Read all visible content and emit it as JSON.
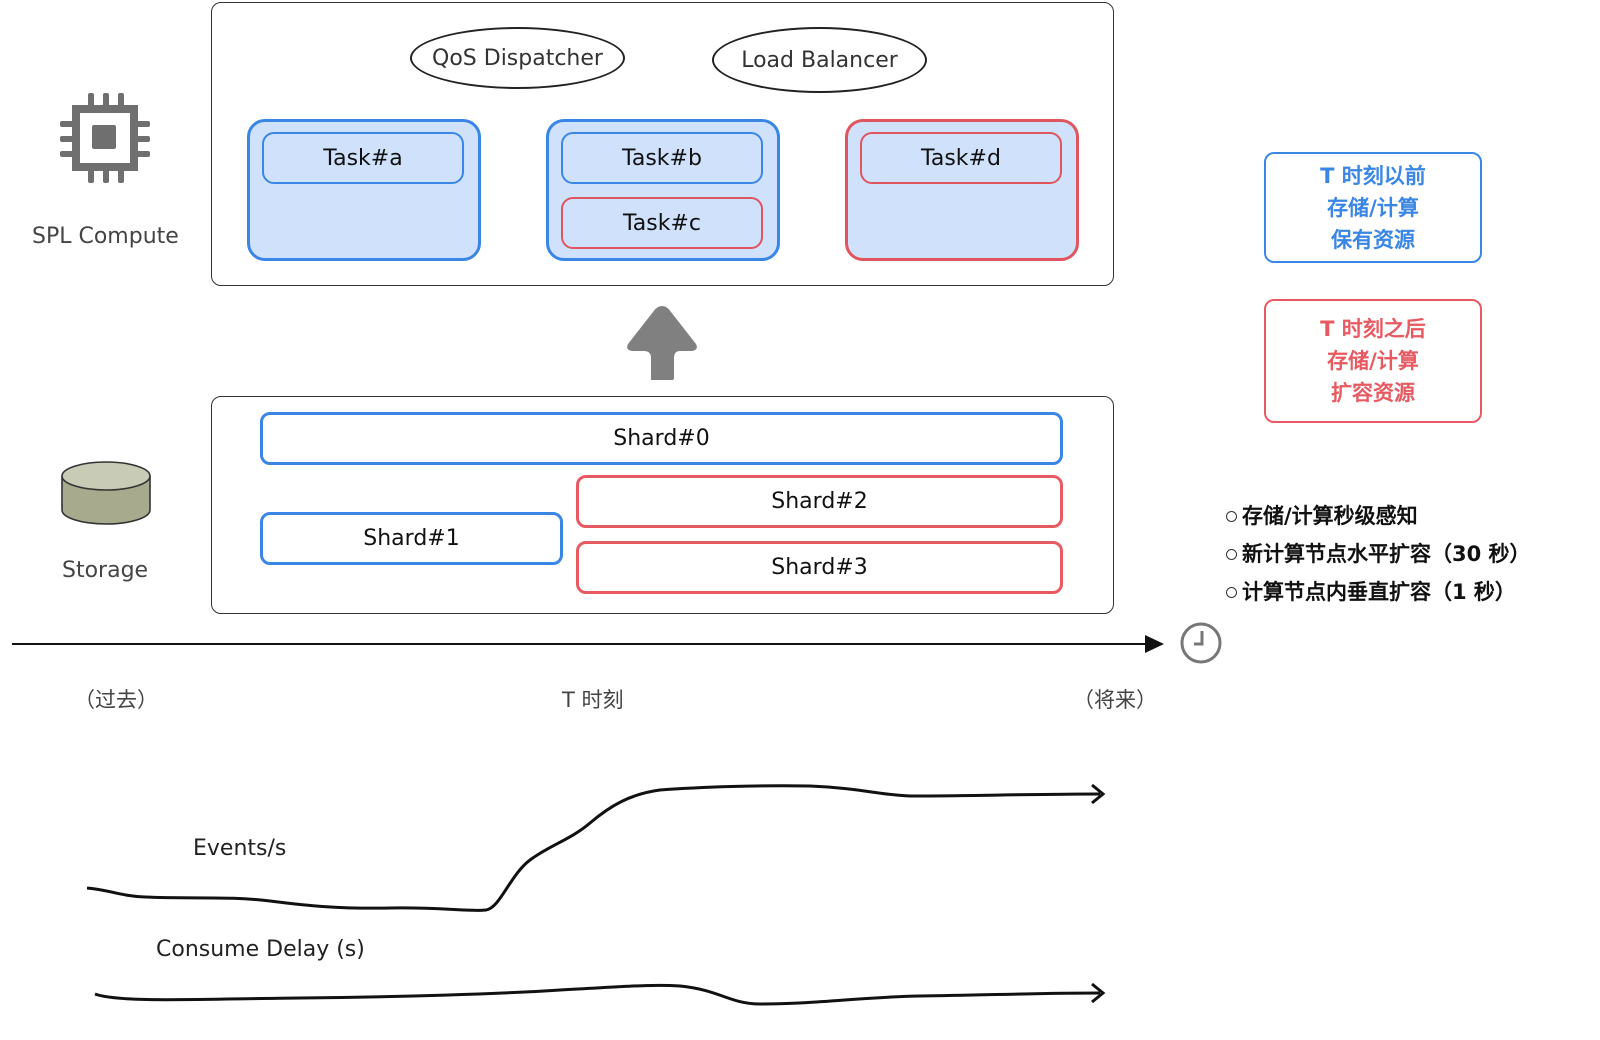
{
  "compute": {
    "label": "SPL Compute",
    "icon": "cpu-chip-icon",
    "ellipses": [
      "QoS Dispatcher",
      "Load Balancer"
    ],
    "nodes": [
      {
        "status": "before",
        "tasks": [
          {
            "label": "Task#a",
            "status": "before"
          }
        ]
      },
      {
        "status": "before",
        "tasks": [
          {
            "label": "Task#b",
            "status": "before"
          },
          {
            "label": "Task#c",
            "status": "after"
          }
        ]
      },
      {
        "status": "after",
        "tasks": [
          {
            "label": "Task#d",
            "status": "after"
          }
        ]
      }
    ]
  },
  "arrow_icon": "up-arrow-icon",
  "storage": {
    "label": "Storage",
    "icon": "database-cylinder-icon",
    "shards": [
      {
        "label": "Shard#0",
        "status": "before"
      },
      {
        "label": "Shard#1",
        "status": "before"
      },
      {
        "label": "Shard#2",
        "status": "after"
      },
      {
        "label": "Shard#3",
        "status": "after"
      }
    ]
  },
  "legend": {
    "before": {
      "lines": [
        "T 时刻以前",
        "存储/计算",
        "保有资源"
      ],
      "color": "#3a86e6"
    },
    "after": {
      "lines": [
        "T 时刻之后",
        "存储/计算",
        "扩容资源"
      ],
      "color": "#e85a62"
    }
  },
  "bullets": [
    "存储/计算秒级感知",
    "新计算节点水平扩容（30 秒）",
    "计算节点内垂直扩容（1 秒）"
  ],
  "timeline": {
    "icon": "clock-icon",
    "labels": {
      "past": "（过去）",
      "t": "T 时刻",
      "future": "（将来）"
    }
  },
  "curves": {
    "events_label": "Events/s",
    "delay_label": "Consume Delay (s)"
  }
}
